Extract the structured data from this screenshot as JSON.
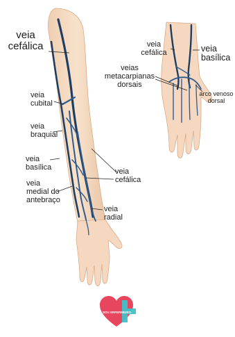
{
  "labels": {
    "veia_cefalica_top": "veia\ncefálica",
    "veia_cubital": "veia\ncubital",
    "veia_braquial": "veia\nbraquial",
    "veia_basilica_arm": "veia\nbasílica",
    "veia_medial": "veia\nmedial do\nantebraço",
    "veia_cefalica_lower": "veia\ncefálica",
    "veia_radial": "veia\nradial",
    "hand_veia_cefalica": "veia\ncefálica",
    "hand_veia_basilica": "veia\nbasílica",
    "hand_veias_metacarpianas": "veias\nmetacarpianas\ndorsais",
    "hand_arco_venoso": "arco venoso\ndorsal"
  },
  "logo": {
    "text": "SOU ENFERMEIRO",
    "colors": {
      "heart": "#e8455f",
      "cross": "#3ec3c8"
    }
  },
  "colors": {
    "skin": "#f6dcc4",
    "skin_shadow": "#e8bfa0",
    "vein_dark": "#1f3f62",
    "vein_blue": "#2e5b8f",
    "leader": "#222222"
  }
}
